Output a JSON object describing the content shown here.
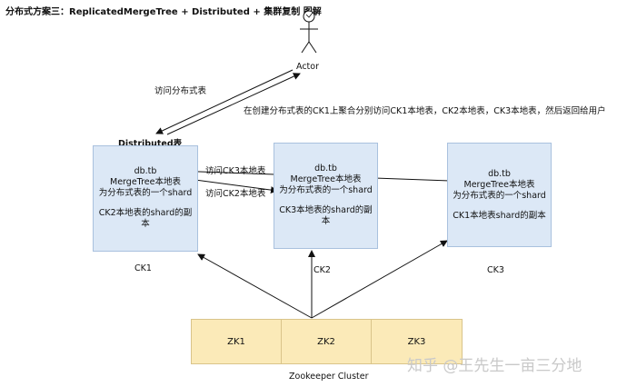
{
  "title": "分布式方案三：ReplicatedMergeTree + Distributed + 集群复制 图解",
  "actor": {
    "label": "Actor"
  },
  "edges": {
    "access_distributed": "访问分布式表",
    "aggregate_note": "在创建分布式表的CK1上聚合分别访问CK1本地表，CK2本地表，CK3本地表，然后返回给用户",
    "access_ck3": "访问CK3本地表",
    "access_ck2": "访问CK2本地表"
  },
  "distributed_label": "Distributed表",
  "nodes": [
    {
      "label": "CK1",
      "lines": [
        "db.tb",
        "MergeTree本地表",
        "为分布式表的一个shard"
      ],
      "extra": [
        "CK2本地表的shard的副",
        "本"
      ]
    },
    {
      "label": "CK2",
      "lines": [
        "db.tb",
        "MergeTree本地表",
        "为分布式表的一个shard"
      ],
      "extra": [
        "CK3本地表的shard的副",
        "本"
      ]
    },
    {
      "label": "CK3",
      "lines": [
        "db.tb",
        "MergeTree本地表",
        "为分布式表的一个shard"
      ],
      "extra": [
        "CK1本地表shard的副本"
      ]
    }
  ],
  "zookeeper": {
    "nodes": [
      "ZK1",
      "ZK2",
      "ZK3"
    ],
    "label": "Zookeeper Cluster"
  },
  "watermark": "知乎 @王先生一亩三分地"
}
